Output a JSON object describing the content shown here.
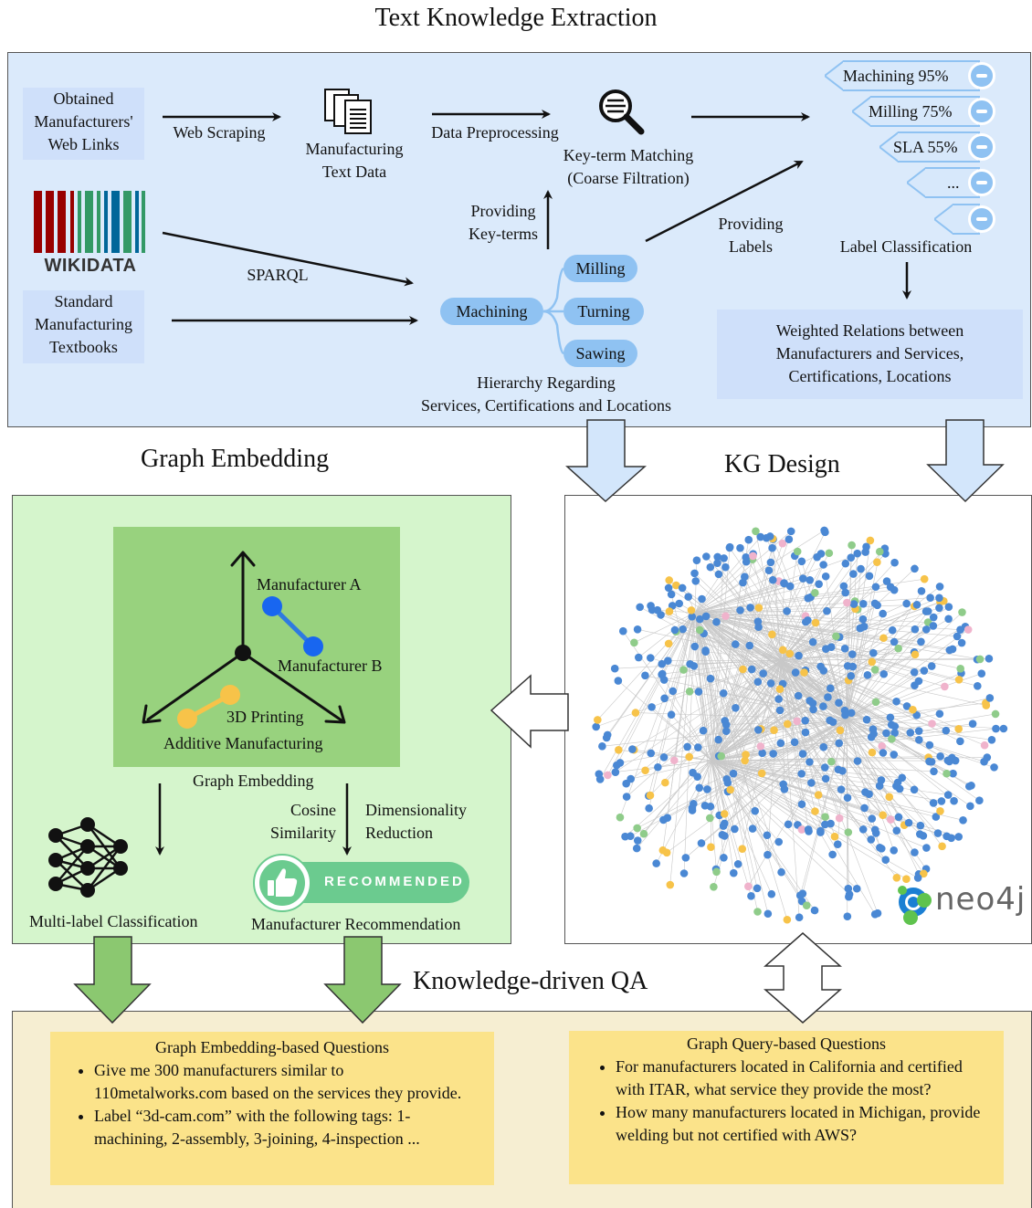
{
  "titles": {
    "text_extraction": "Text Knowledge Extraction",
    "graph_embedding": "Graph Embedding",
    "kg_design": "KG Design",
    "qa": "Knowledge-driven QA"
  },
  "extraction": {
    "web_links": "Obtained\nManufacturers'\nWeb Links",
    "web_scraping": "Web Scraping",
    "text_data": "Manufacturing\nText Data",
    "data_preprocessing": "Data Preprocessing",
    "key_term_matching": "Key-term Matching\n(Coarse Filtration)",
    "wikidata": "WIKIDATA",
    "sparql": "SPARQL",
    "textbooks": "Standard\nManufacturing\nTextbooks",
    "providing_key_terms": "Providing\nKey-terms",
    "providing_labels": "Providing\nLabels",
    "hierarchy_root": "Machining",
    "hierarchy_children": [
      "Milling",
      "Turning",
      "Sawing"
    ],
    "hierarchy_caption": "Hierarchy Regarding\nServices, Certifications and Locations",
    "tags": [
      "Machining 95%",
      "Milling 75%",
      "SLA 55%",
      "...",
      ""
    ],
    "label_classification": "Label Classification",
    "weighted_relations": "Weighted Relations between\nManufacturers and Services,\nCertifications, Locations"
  },
  "embedding": {
    "manufacturer_a": "Manufacturer A",
    "manufacturer_b": "Manufacturer B",
    "printing_3d": "3D Printing",
    "additive": "Additive Manufacturing",
    "graph_embedding_label": "Graph Embedding",
    "cosine_similarity": "Cosine\nSimilarity",
    "dimensionality_reduction": "Dimensionality\nReduction",
    "recommended_badge": "RECOMMENDED",
    "multi_label": "Multi-label Classification",
    "recommendation": "Manufacturer Recommendation"
  },
  "kg": {
    "brand": "neo4j"
  },
  "qa": {
    "embedding_questions_title": "Graph Embedding-based Questions",
    "embedding_questions": [
      "Give me 300 manufacturers similar to 110metalworks.com based on the services they provide.",
      "Label “3d-cam.com” with the following tags: 1-machining, 2-assembly, 3-joining, 4-inspection ..."
    ],
    "query_questions_title": "Graph Query-based Questions",
    "query_questions": [
      " For manufacturers located in California and certified with ITAR, what service they provide the most?",
      "How many manufacturers located in Michigan, provide welding but not certified with AWS?"
    ]
  },
  "colors": {
    "extraction_bg": "#dbeafb",
    "label_box": "#cfe0fa",
    "pill": "#8fc2f2",
    "embedding_bg": "#d5f5cc",
    "embedding_inner": "#98d27e",
    "qa_bg": "#f6eed2",
    "question_box": "#fbe38a",
    "green_arrow": "#8bc870",
    "blue_arrow": "#d3e6fb",
    "node_blue": "#4a88d4",
    "node_orange": "#f7c349",
    "node_green": "#8fcc8a",
    "node_pink": "#f0b3cc"
  }
}
